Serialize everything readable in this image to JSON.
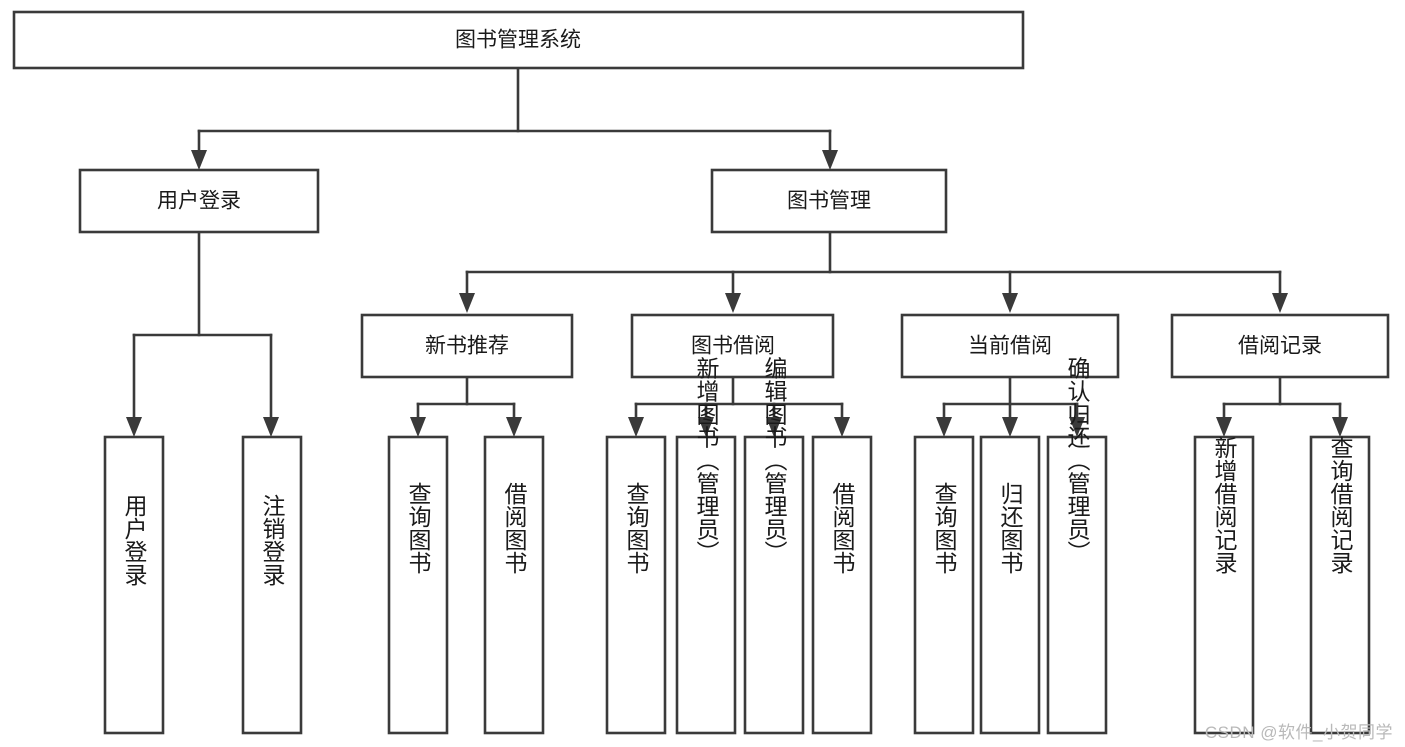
{
  "diagram": {
    "type": "tree-hierarchy-chart",
    "title": "图书管理系统",
    "stroke_color": "#3a3a3a",
    "box_fill": "#ffffff",
    "background": "#ffffff",
    "root": {
      "label": "图书管理系统",
      "level": 1
    },
    "level2": [
      {
        "label": "用户登录"
      },
      {
        "label": "图书管理"
      }
    ],
    "level3": [
      {
        "label": "新书推荐"
      },
      {
        "label": "图书借阅"
      },
      {
        "label": "当前借阅"
      },
      {
        "label": "借阅记录"
      }
    ],
    "leaves": {
      "user_login": [
        {
          "label": "用户登录"
        },
        {
          "label": "注销登录"
        }
      ],
      "new_book_recommend": [
        {
          "label": "查询图书"
        },
        {
          "label": "借阅图书"
        }
      ],
      "book_borrow": [
        {
          "label": "查询图书"
        },
        {
          "label": "新增图书（管理员）"
        },
        {
          "label": "编辑图书（管理员）"
        },
        {
          "label": "借阅图书"
        }
      ],
      "current_borrow": [
        {
          "label": "查询图书"
        },
        {
          "label": "归还图书"
        },
        {
          "label": "确认归还（管理员）"
        }
      ],
      "borrow_record": [
        {
          "label": "新增借阅记录"
        },
        {
          "label": "查询借阅记录"
        }
      ]
    }
  },
  "watermark": {
    "text": "CSDN @软件_小贺同学",
    "color": "#b9b9b9"
  }
}
